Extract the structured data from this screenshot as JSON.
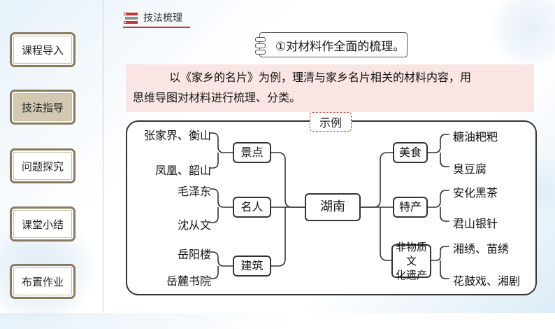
{
  "nav": {
    "items": [
      "课程导入",
      "技法指导",
      "问题探究",
      "课堂小结",
      "布置作业"
    ],
    "active_index": 1
  },
  "section": {
    "title": "技法梳理"
  },
  "step": {
    "label": "①对材料作全面的梳理。"
  },
  "description": {
    "line1": "以《家乡的名片》为例，理清与家乡名片相关的材料内容，用",
    "line2": "思维导图对材料进行梳理、分类。"
  },
  "mindmap": {
    "tag": "示例",
    "center": "湖南",
    "left": [
      {
        "label": "景点",
        "leaves": [
          "张家界、衡山",
          "凤凰、韶山"
        ]
      },
      {
        "label": "名人",
        "leaves": [
          "毛泽东",
          "沈从文"
        ]
      },
      {
        "label": "建筑",
        "leaves": [
          "岳阳楼",
          "岳麓书院"
        ]
      }
    ],
    "right": [
      {
        "label": "美食",
        "leaves": [
          "糖油粑粑",
          "臭豆腐"
        ]
      },
      {
        "label": "特产",
        "leaves": [
          "安化黑茶",
          "君山银针"
        ]
      },
      {
        "label": "非物质文化遗产",
        "label_lines": [
          "非物质文",
          "化遗产"
        ],
        "leaves": [
          "湘绣、苗绣",
          "花鼓戏、湘剧"
        ]
      }
    ]
  },
  "colors": {
    "accent": "#c0392b",
    "nav_border": "#8a7a5e",
    "nav_active": "#d3c8b0",
    "desc_bg": "#f9e6e2"
  }
}
